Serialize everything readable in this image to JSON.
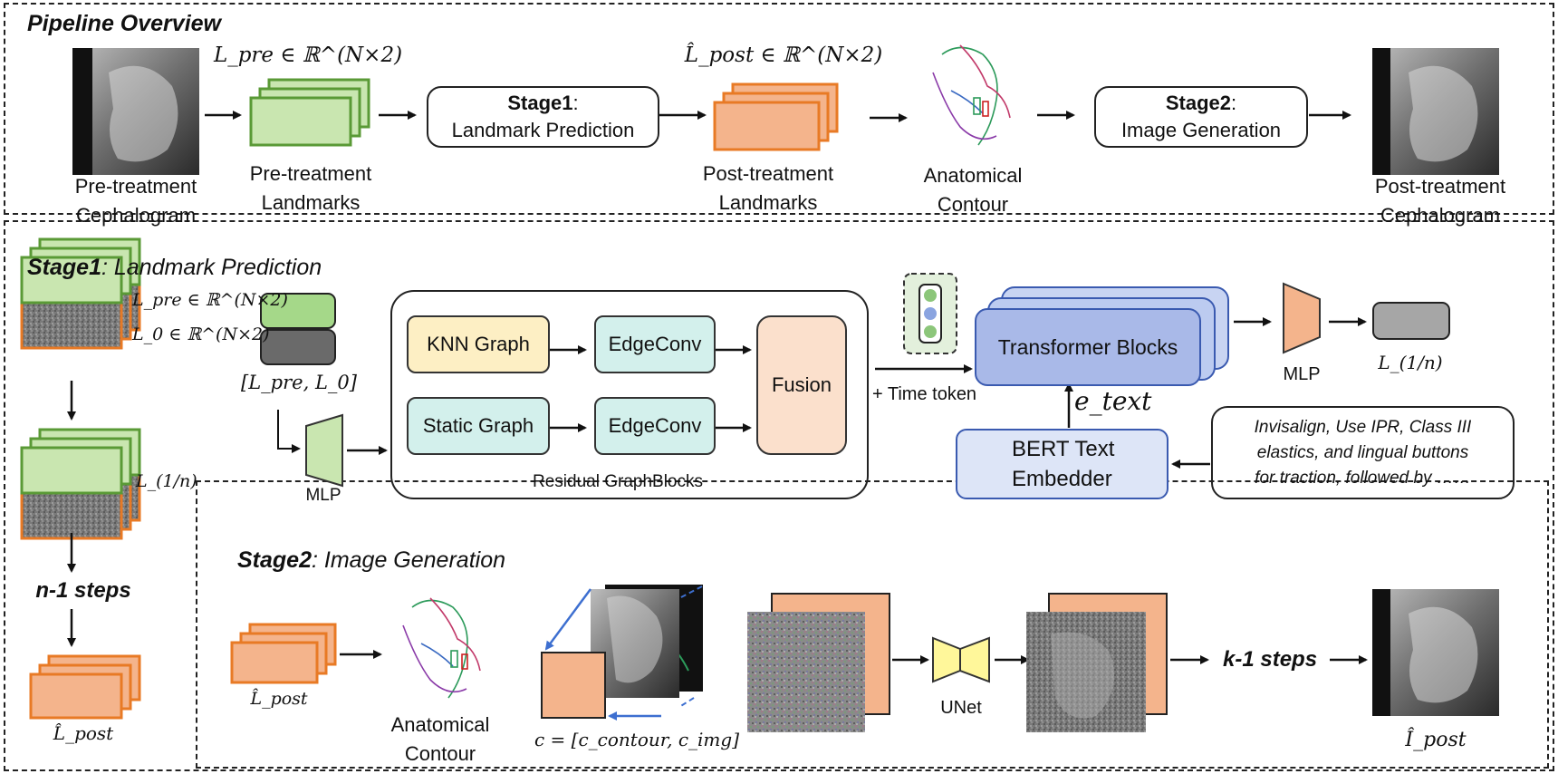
{
  "overview": {
    "title": "Pipeline Overview",
    "pre_ceph": [
      "Pre-treatment",
      "Cephalogram"
    ],
    "pre_landmarks": [
      "Pre-treatment",
      "Landmarks"
    ],
    "pre_formula": "L_pre ∈ ℝ^(N×2)",
    "stage1_title": "Stage1",
    "stage1_colon": ":",
    "stage1_sub": "Landmark Prediction",
    "post_formula": "L̂_post ∈ ℝ^(N×2)",
    "post_landmarks": [
      "Post-treatment",
      "Landmarks"
    ],
    "contour": [
      "Anatomical",
      "Contour"
    ],
    "stage2_title": "Stage2",
    "stage2_colon": ":",
    "stage2_sub": "Image Generation",
    "post_ceph": [
      "Post-treatment",
      "Cephalogram"
    ]
  },
  "stage1": {
    "title_bold": "Stage1",
    "title_rest": ": Landmark Prediction",
    "lpre": "L_pre ∈ ℝ^(N×2)",
    "l0": "L_0 ∈ ℝ^(N×2)",
    "concat": "[L_pre, L_0]",
    "l_1n": "L_(1/n)",
    "n_steps": "n-1 steps",
    "lpost": "L̂_post",
    "mlp_left": "MLP",
    "knn": "KNN Graph",
    "static": "Static Graph",
    "edgeconv1": "EdgeConv",
    "edgeconv2": "EdgeConv",
    "fusion": "Fusion",
    "residual": "Residual GraphBlocks",
    "time_token": "+ Time token",
    "transformer": "Transformer Blocks",
    "e_text": "e_text",
    "bert": [
      "BERT Text",
      "Embedder"
    ],
    "prompt": [
      "Invisalign, Use IPR, Class III",
      "elastics, and lingual buttons",
      "for traction, followed by ……"
    ],
    "mlp_right": "MLP",
    "out": "L_(1/n)"
  },
  "stage2": {
    "title_bold": "Stage2",
    "title_rest": ": Image Generation",
    "lpost": "L̂_post",
    "contour": [
      "Anatomical",
      "Contour"
    ],
    "cond": "c = [c_contour, c_img]",
    "unet": "UNet",
    "k_steps": "k-1 steps",
    "ipost": "Î_post"
  },
  "colors": {
    "green_fill": "#c9e6b0",
    "green_edge": "#5a9a36",
    "orange_fill": "#f4b48c",
    "orange_edge": "#e87a25",
    "knn_fill": "#fdefc4",
    "static_fill": "#d3f0ec",
    "fusion_fill": "#fbe0cc",
    "transformer_fill": "#a9b9e8",
    "bert_fill": "#dde5f7",
    "unet_fill": "#fff79a"
  }
}
